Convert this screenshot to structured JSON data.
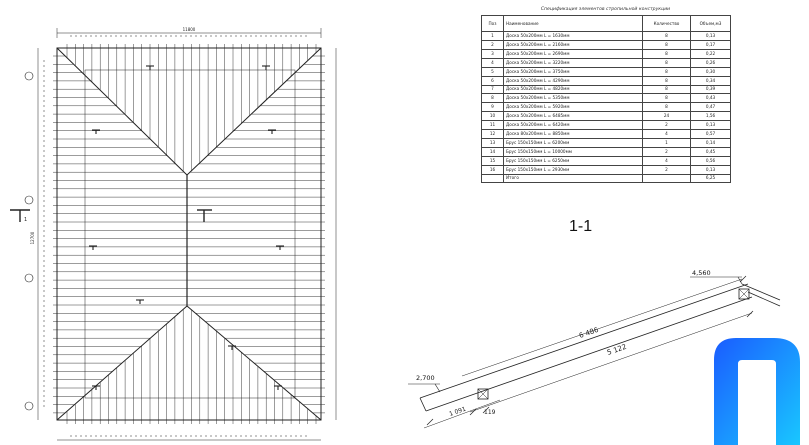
{
  "plan": {
    "top_dim": "11800",
    "side_dim": "12700",
    "section_marker": "1"
  },
  "spec": {
    "caption": "Спецификация элементов стропильной конструкции",
    "headers": {
      "pos": "Поз",
      "name": "Наименование",
      "qty": "Количество",
      "vol": "Объем,м3"
    },
    "rows": [
      {
        "pos": "1",
        "name": "Доска 50х200мм L = 1630мм",
        "qty": "8",
        "vol": "0,13"
      },
      {
        "pos": "2",
        "name": "Доска 50х200мм L = 2160мм",
        "qty": "8",
        "vol": "0,17"
      },
      {
        "pos": "3",
        "name": "Доска 50х200мм L = 2690мм",
        "qty": "8",
        "vol": "0,22"
      },
      {
        "pos": "4",
        "name": "Доска 50х200мм L = 3220мм",
        "qty": "8",
        "vol": "0,26"
      },
      {
        "pos": "5",
        "name": "Доска 50х200мм L = 3750мм",
        "qty": "8",
        "vol": "0,30"
      },
      {
        "pos": "6",
        "name": "Доска 50х200мм L = 4290мм",
        "qty": "8",
        "vol": "0,34"
      },
      {
        "pos": "7",
        "name": "Доска 50х200мм L = 4820мм",
        "qty": "8",
        "vol": "0,39"
      },
      {
        "pos": "8",
        "name": "Доска 50х200мм L = 5350мм",
        "qty": "8",
        "vol": "0,43"
      },
      {
        "pos": "9",
        "name": "Доска 50х200мм L = 5920мм",
        "qty": "8",
        "vol": "0,47"
      },
      {
        "pos": "10",
        "name": "Доска 50х200мм L = 6485мм",
        "qty": "24",
        "vol": "1,56"
      },
      {
        "pos": "11",
        "name": "Доска 50х200мм L = 6420мм",
        "qty": "2",
        "vol": "0,13"
      },
      {
        "pos": "12",
        "name": "Доска 80х200мм L = 8850мм",
        "qty": "4",
        "vol": "0,57"
      },
      {
        "pos": "13",
        "name": "Брус 150х150мм L = 6200мм",
        "qty": "1",
        "vol": "0,14"
      },
      {
        "pos": "14",
        "name": "Брус 150х150мм L = 10000мм",
        "qty": "2",
        "vol": "0,45"
      },
      {
        "pos": "15",
        "name": "Брус 150х150мм L = 6250мм",
        "qty": "4",
        "vol": "0,56"
      },
      {
        "pos": "16",
        "name": "Брус 150х150мм L = 2930мм",
        "qty": "2",
        "vol": "0,13"
      }
    ],
    "total_label": "Итого",
    "total_vol": "6,25"
  },
  "section": {
    "title": "1-1",
    "dim_6485": "6 486",
    "dim_5122": "5 122",
    "dim_1091": "1 091",
    "dim_119": "119",
    "elev_low": "2,700",
    "elev_high": "4,560"
  },
  "colors": {
    "line": "#222222",
    "logo_blue": "#1a5cff",
    "logo_cyan": "#19c7ff"
  }
}
